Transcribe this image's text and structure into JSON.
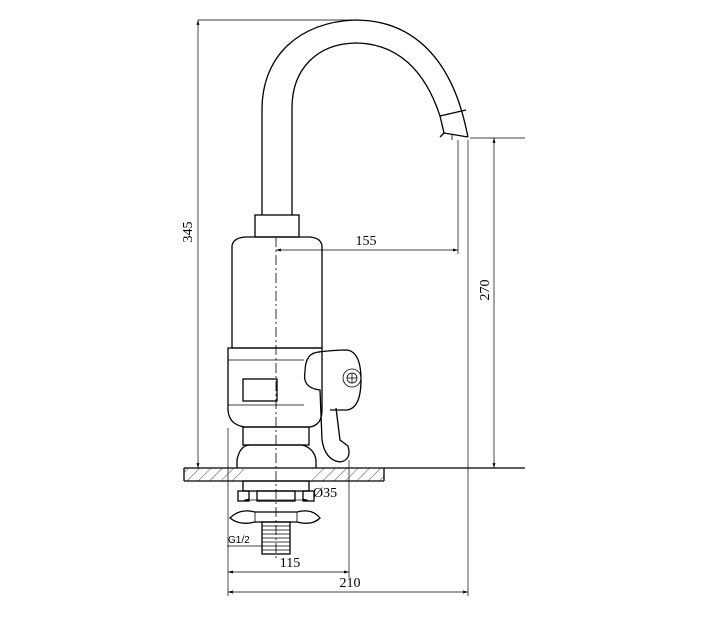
{
  "dimensions": {
    "total_height": "345",
    "spout_reach": "155",
    "spout_height": "270",
    "base_diameter": "Ø35",
    "thread": "G1/2",
    "handle_width": "115",
    "total_width": "210"
  }
}
